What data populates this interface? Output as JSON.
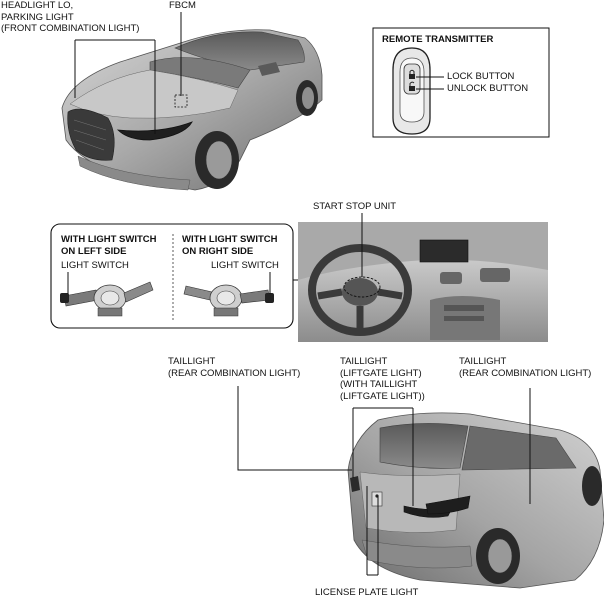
{
  "front": {
    "headlight_label": "HEADLIGHT LO,\nPARKING LIGHT\n(FRONT COMBINATION LIGHT)",
    "fbcm_label": "FBCM"
  },
  "remote": {
    "title": "REMOTE TRANSMITTER",
    "lock_label": "LOCK BUTTON",
    "unlock_label": "UNLOCK BUTTON"
  },
  "start_stop_label": "START STOP UNIT",
  "switch_panel": {
    "left_heading": "WITH LIGHT SWITCH\nON LEFT SIDE",
    "left_switch_label": "LIGHT SWITCH",
    "right_heading": "WITH LIGHT SWITCH\nON RIGHT SIDE",
    "right_switch_label": "LIGHT SWITCH"
  },
  "rear": {
    "taillight_left_label": "TAILLIGHT\n(REAR COMBINATION LIGHT)",
    "taillight_center_label": "TAILLIGHT\n(LIFTGATE LIGHT)\n(WITH TAILLIGHT\n(LIFTGATE LIGHT))",
    "taillight_right_label": "TAILLIGHT\n(REAR COMBINATION LIGHT)",
    "license_label": "LICENSE PLATE LIGHT"
  }
}
